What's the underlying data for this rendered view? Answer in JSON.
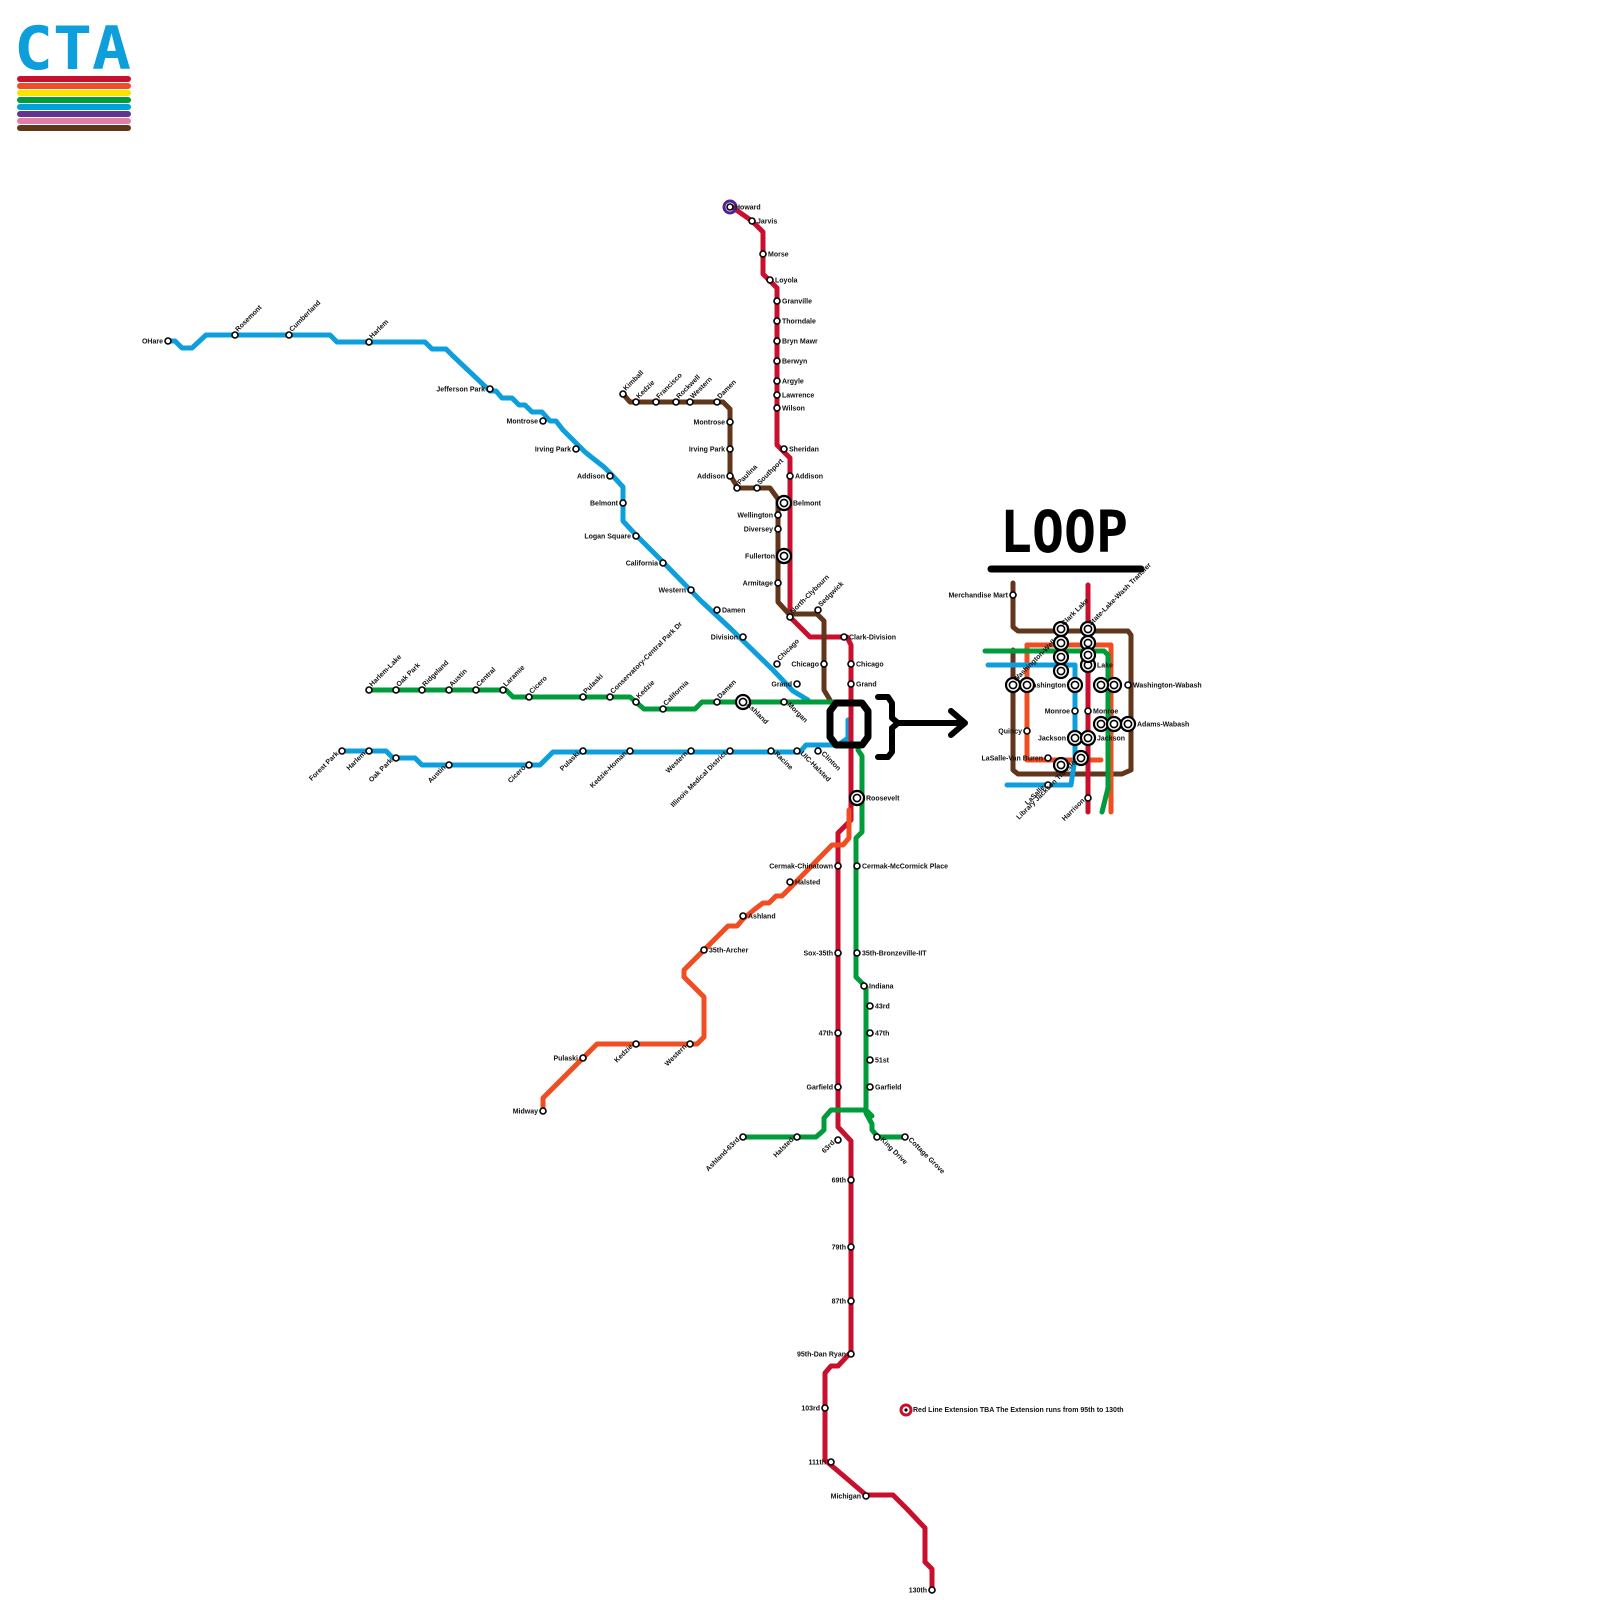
{
  "logo": {
    "text": "CTA",
    "color": "#0d9fdc",
    "stripes": [
      "#c8102e",
      "#f14d22",
      "#f9e300",
      "#009b3a",
      "#00a1de",
      "#62368e",
      "#e27ea6",
      "#62361b"
    ]
  },
  "loop_title": "LOOP",
  "note": "Red Line Extension TBA The Extension runs from 95th to 130th",
  "colors": {
    "red": "#c8102e",
    "blue": "#0d9fdc",
    "green": "#009b3a",
    "orange": "#f14d22",
    "brown": "#62361b",
    "purple": "#522398",
    "black": "#000000"
  },
  "stations": {
    "red": [
      "Howard",
      "Jarvis",
      "Morse",
      "Loyola",
      "Granville",
      "Thorndale",
      "Bryn Mawr",
      "Berwyn",
      "Argyle",
      "Lawrence",
      "Wilson",
      "Sheridan",
      "Addison",
      "Belmont",
      "Fullerton",
      "North-Clybourn",
      "Clark-Division",
      "Chicago",
      "Grand",
      "Roosevelt",
      "Cermak-Chinatown",
      "Sox-35th",
      "47th",
      "Garfield",
      "63rd",
      "69th",
      "79th",
      "87th",
      "95th-Dan Ryan",
      "103rd",
      "111th",
      "Michigan",
      "130th"
    ],
    "blue_ohare": [
      "OHare",
      "Rosemont",
      "Cumberland",
      "Harlem",
      "Jefferson Park",
      "Montrose",
      "Irving Park",
      "Addison",
      "Belmont",
      "Logan Square",
      "California",
      "Western",
      "Damen",
      "Division",
      "Chicago",
      "Grand",
      "Clinton"
    ],
    "blue_forest_park": [
      "Forest Park",
      "Harlem",
      "Oak Park",
      "Austin",
      "Cicero",
      "Pulaski",
      "Kedzie-Homan",
      "Western",
      "Illinois Medical District",
      "Racine",
      "UIC-Halsted",
      "Clinton"
    ],
    "brown": [
      "Kimball",
      "Kedzie",
      "Francisco",
      "Rockwell",
      "Western",
      "Damen",
      "Montrose",
      "Irving Park",
      "Addison",
      "Paulina",
      "Southport",
      "Belmont",
      "Wellington",
      "Diversey",
      "Fullerton",
      "Armitage",
      "Sedgwick",
      "Chicago"
    ],
    "green_west": [
      "Harlem-Lake",
      "Oak Park",
      "Ridgeland",
      "Austin",
      "Central",
      "Laramie",
      "Cicero",
      "Pulaski",
      "Conservatory-Central Park Dr",
      "Kedzie",
      "California",
      "Damen",
      "Ashland",
      "Morgan"
    ],
    "green_south": [
      "Roosevelt",
      "Cermak-McCormick Place",
      "35th-Bronzeville-IIT",
      "Indiana",
      "43rd",
      "47th",
      "51st",
      "Garfield",
      "Ashland-63rd",
      "Halsted",
      "King Drive",
      "Cottage Grove"
    ],
    "orange": [
      "Midway",
      "Pulaski",
      "Kedzie",
      "Western",
      "35th-Archer",
      "Ashland",
      "Halsted"
    ],
    "loop": [
      "Merchandise Mart",
      "Clark Lake",
      "State-Lake-Wash Transfer",
      "Lake",
      "Washington",
      "Washington-Wabash",
      "Monroe",
      "Monroe",
      "Quincy",
      "Jackson",
      "Jackson",
      "Adams-Wabash",
      "LaSalle-Van Buren",
      "LaSalle",
      "Harrison",
      "Library Jackson Transfer",
      "Washington-Wells"
    ]
  }
}
